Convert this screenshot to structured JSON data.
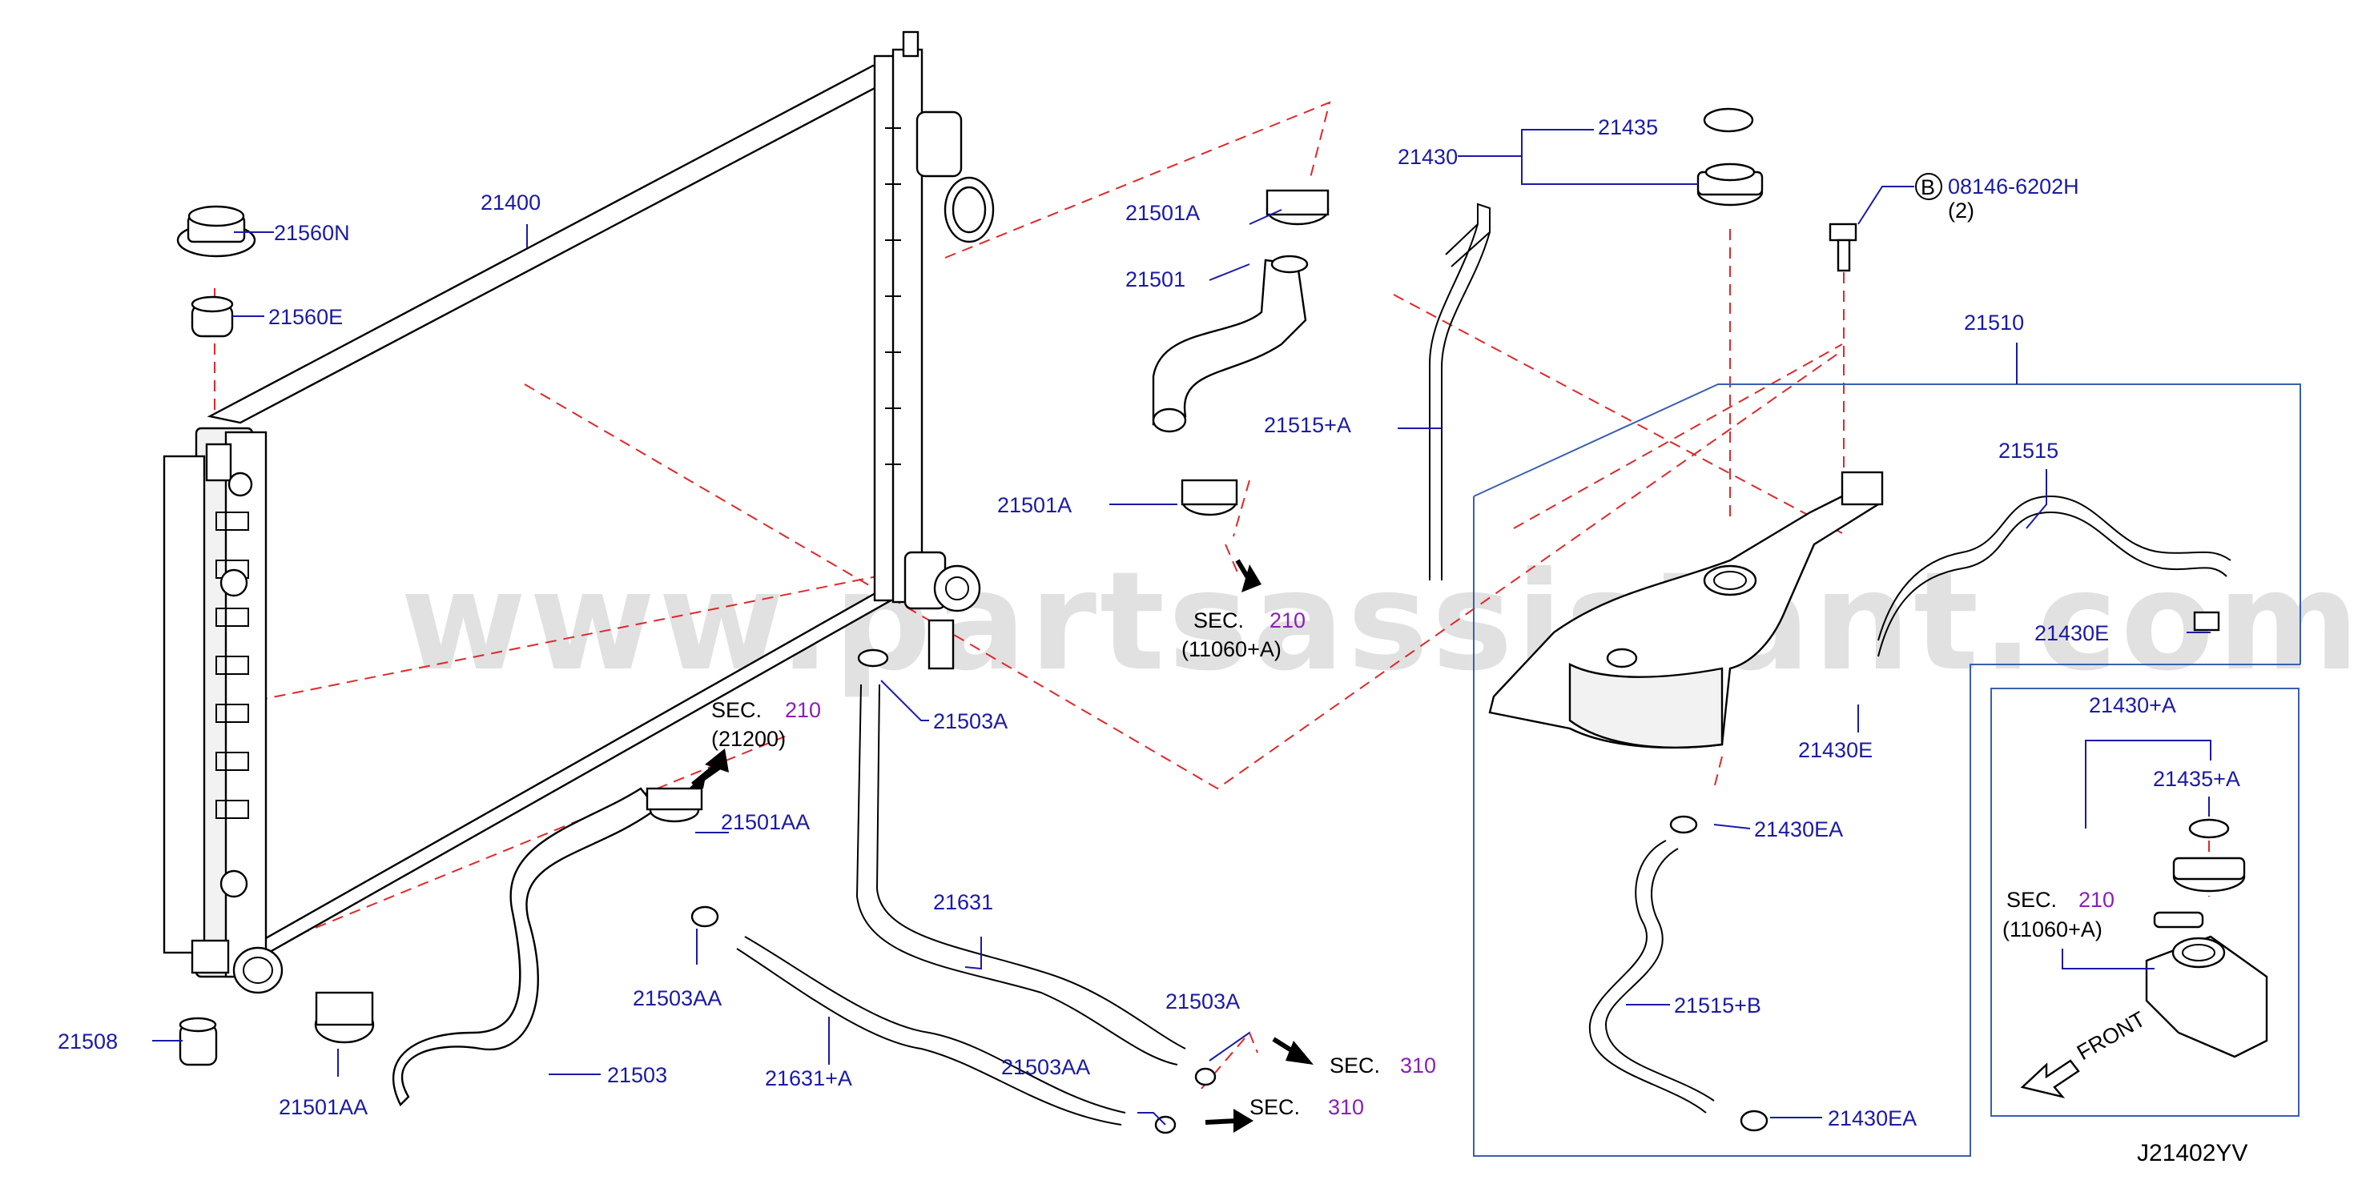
{
  "diagram_code": "J21402YV",
  "watermark": "www.partsassistant.com",
  "parts": {
    "p21400": "21400",
    "p21560N": "21560N",
    "p21560E": "21560E",
    "p21508": "21508",
    "p21501AA_a": "21501AA",
    "p21501AA_b": "21501AA",
    "p21503": "21503",
    "p21503AA_a": "21503AA",
    "p21503AA_b": "21503AA",
    "p21631A": "21631+A",
    "p21631": "21631",
    "p21503A_a": "21503A",
    "p21503A_b": "21503A",
    "p21501A_a": "21501A",
    "p21501A_b": "21501A",
    "p21501": "21501",
    "p21515A": "21515+A",
    "p21430": "21430",
    "p21435": "21435",
    "bolt_marker": "B",
    "bolt_part": "08146-6202H",
    "bolt_qty": "(2)",
    "p21510": "21510",
    "p21515": "21515",
    "p21430E_a": "21430E",
    "p21430E_b": "21430E",
    "p21430EA_a": "21430EA",
    "p21430EA_b": "21430EA",
    "p21515B": "21515+B",
    "p21430A": "21430+A",
    "p21435A": "21435+A",
    "front": "FRONT"
  },
  "refs": {
    "sec210_a": {
      "sec": "SEC.",
      "num": "210",
      "sub": "(21200)"
    },
    "sec210_b": {
      "sec": "SEC.",
      "num": "210",
      "sub": "(11060+A)"
    },
    "sec210_c": {
      "sec": "SEC.",
      "num": "210",
      "sub": "(11060+A)"
    },
    "sec310_a": {
      "sec": "SEC.",
      "num": "310"
    },
    "sec310_b": {
      "sec": "SEC.",
      "num": "310"
    }
  }
}
